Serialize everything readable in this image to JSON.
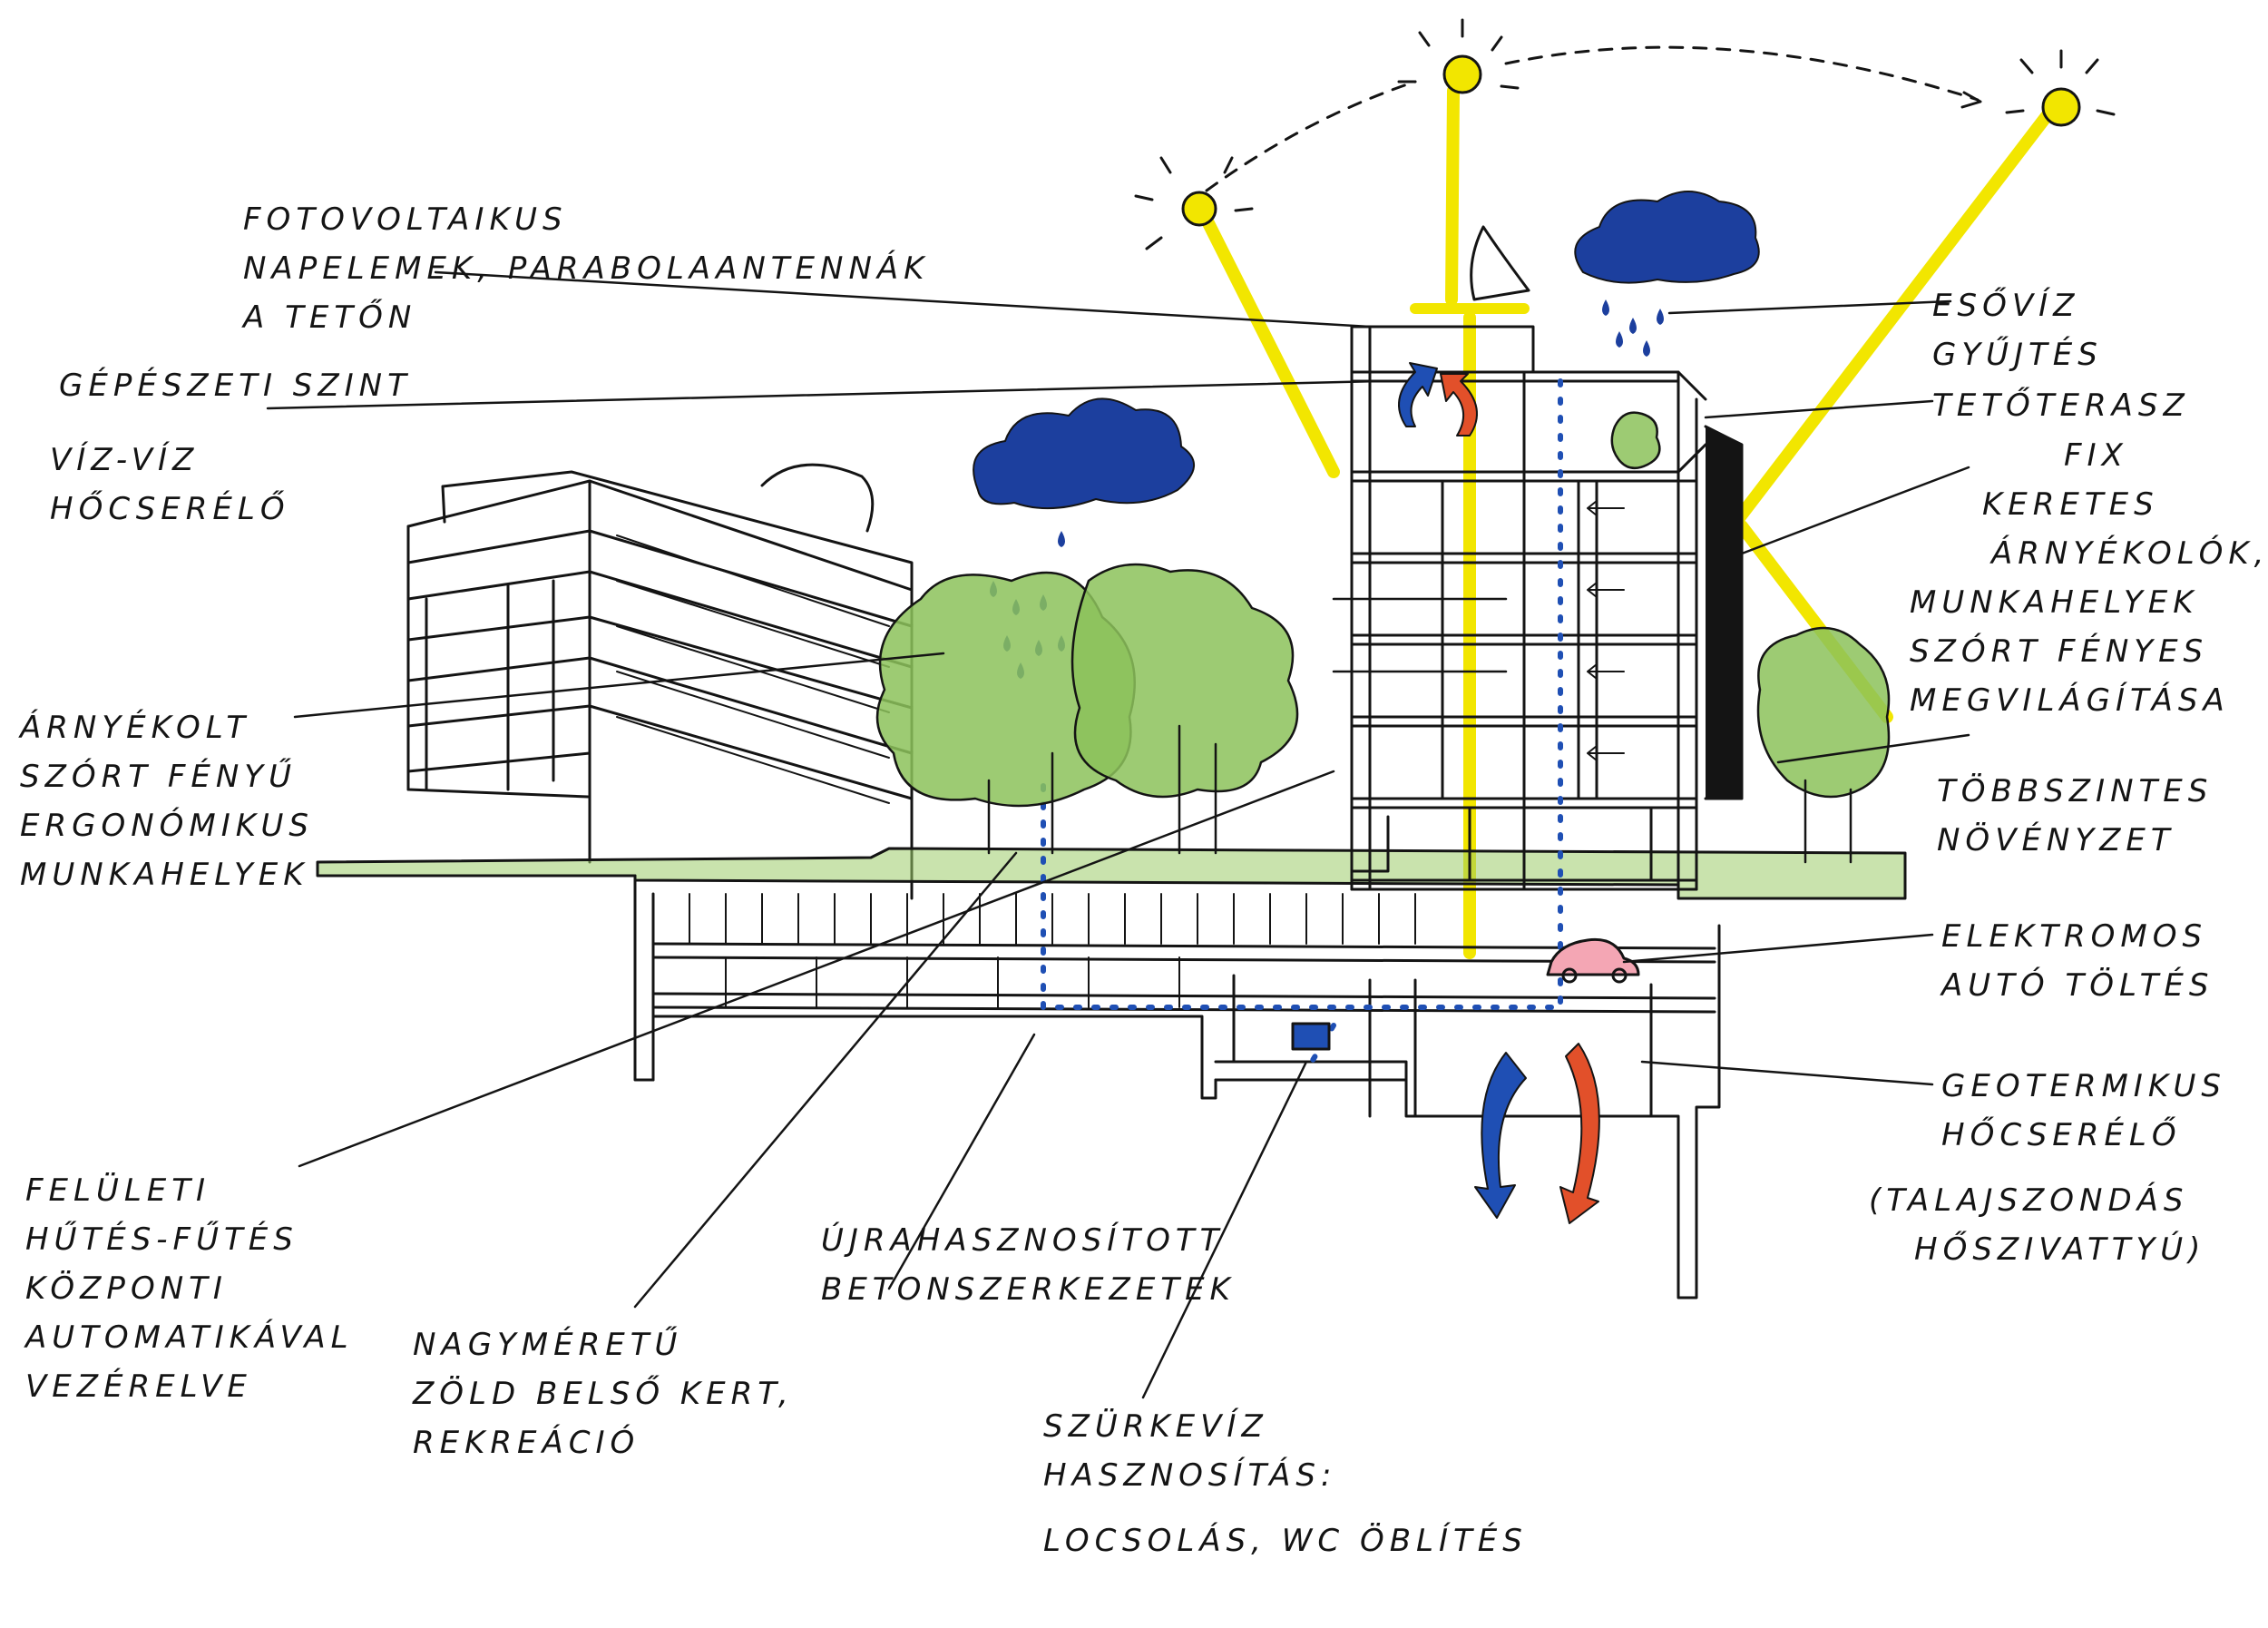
{
  "labels": {
    "photovoltaic": [
      "FOTOVOLTAIKUS",
      "NAPELEMEK, PARABOLAANTENNÁK",
      "A TETŐN"
    ],
    "mechanical_floor": [
      "GÉPÉSZETI SZINT"
    ],
    "water_exchanger": [
      "VÍZ-VÍZ",
      "HŐCSERÉLŐ"
    ],
    "workplaces": [
      "ÁRNYÉKOLT",
      "SZÓRT FÉNYŰ",
      "ERGONÓMIKUS",
      "MUNKAHELYEK"
    ],
    "surface_cooling": [
      "FELÜLETI",
      "HŰTÉS-FŰTÉS",
      "KÖZPONTI",
      "AUTOMATIKÁVAL",
      "VEZÉRELVE"
    ],
    "garden": [
      "NAGYMÉRETŰ",
      "ZÖLD BELSŐ KERT,",
      "REKREÁCIÓ"
    ],
    "concrete": [
      "ÚJRAHASZNOSÍTOTT",
      "BETONSZERKEZETEK"
    ],
    "greywater": [
      "SZÜRKEVÍZ",
      "HASZNOSÍTÁS:",
      "LOCSOLÁS, WC ÖBLÍTÉS"
    ],
    "rainwater": [
      "ESŐVÍZ",
      "GYŰJTÉS"
    ],
    "roof_terrace": [
      "TETŐTERASZ"
    ],
    "collector": [
      "FIX",
      "KERETES",
      "ÁRNYÉKOLÓK,",
      "MUNKAHELYEK",
      "SZÓRT FÉNYES",
      "MEGVILÁGÍTÁSA"
    ],
    "vegetation": [
      "TÖBBSZINTES",
      "NÖVÉNYZET"
    ],
    "ev_charging": [
      "ELEKTROMOS",
      "AUTÓ TÖLTÉS"
    ],
    "geothermal": [
      "GEOTERMIKUS",
      "HŐCSERÉLŐ",
      "(TALAJSZONDÁS",
      "HŐSZIVATTYÚ)"
    ]
  },
  "colors": {
    "ink": "#141414",
    "sun": "#f2e600",
    "rain": "#1c3f9e",
    "vegetation": "#8cc25a",
    "warm_arrow": "#e2502a",
    "cold_arrow": "#1f4fb4"
  },
  "icons": [
    "sun-icon",
    "rain-cloud-icon",
    "tree-icon",
    "car-icon",
    "heat-arrow-icon"
  ]
}
